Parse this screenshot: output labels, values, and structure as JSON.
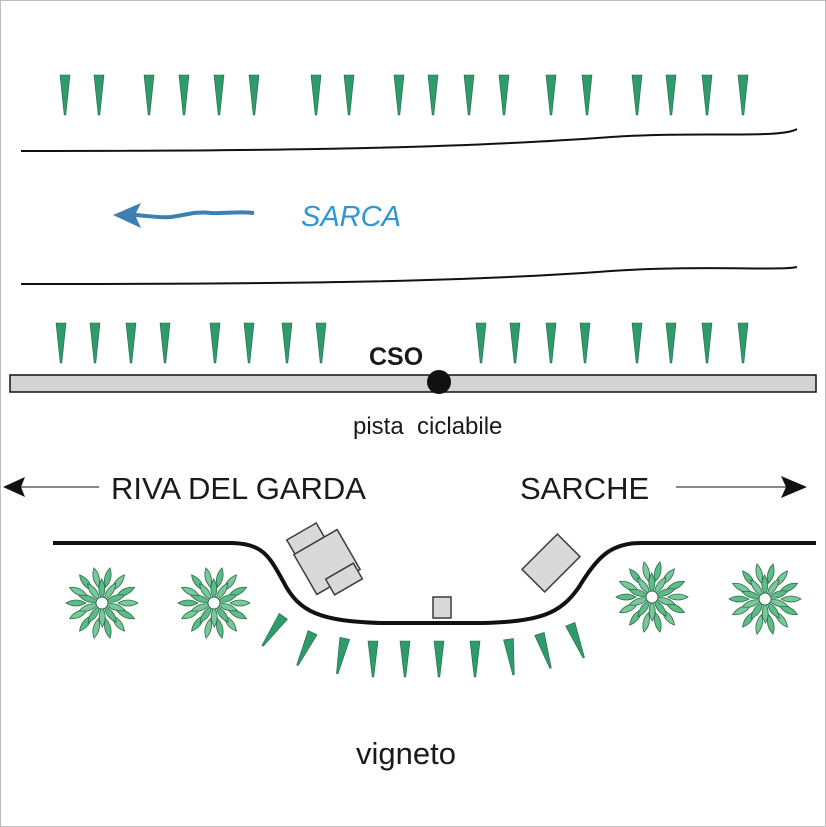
{
  "river": {
    "name": "SARCA",
    "arrow_color": "#3d7fb0",
    "label_color": "#2e96d2"
  },
  "plant": {
    "label": "CSO"
  },
  "cycle_path": {
    "label": "pista  ciclabile"
  },
  "direction_left": {
    "label": "RIVA DEL GARDA"
  },
  "direction_right": {
    "label": "SARCHE"
  },
  "vineyard": {
    "label": "vigneto"
  },
  "colors": {
    "tree": "#2f9a6a",
    "bush": "#5dbb86",
    "bush_dark": "#2a6e4c",
    "building": "#d9d9d9",
    "building_stroke": "#3c3c3c",
    "road": "#111111"
  }
}
